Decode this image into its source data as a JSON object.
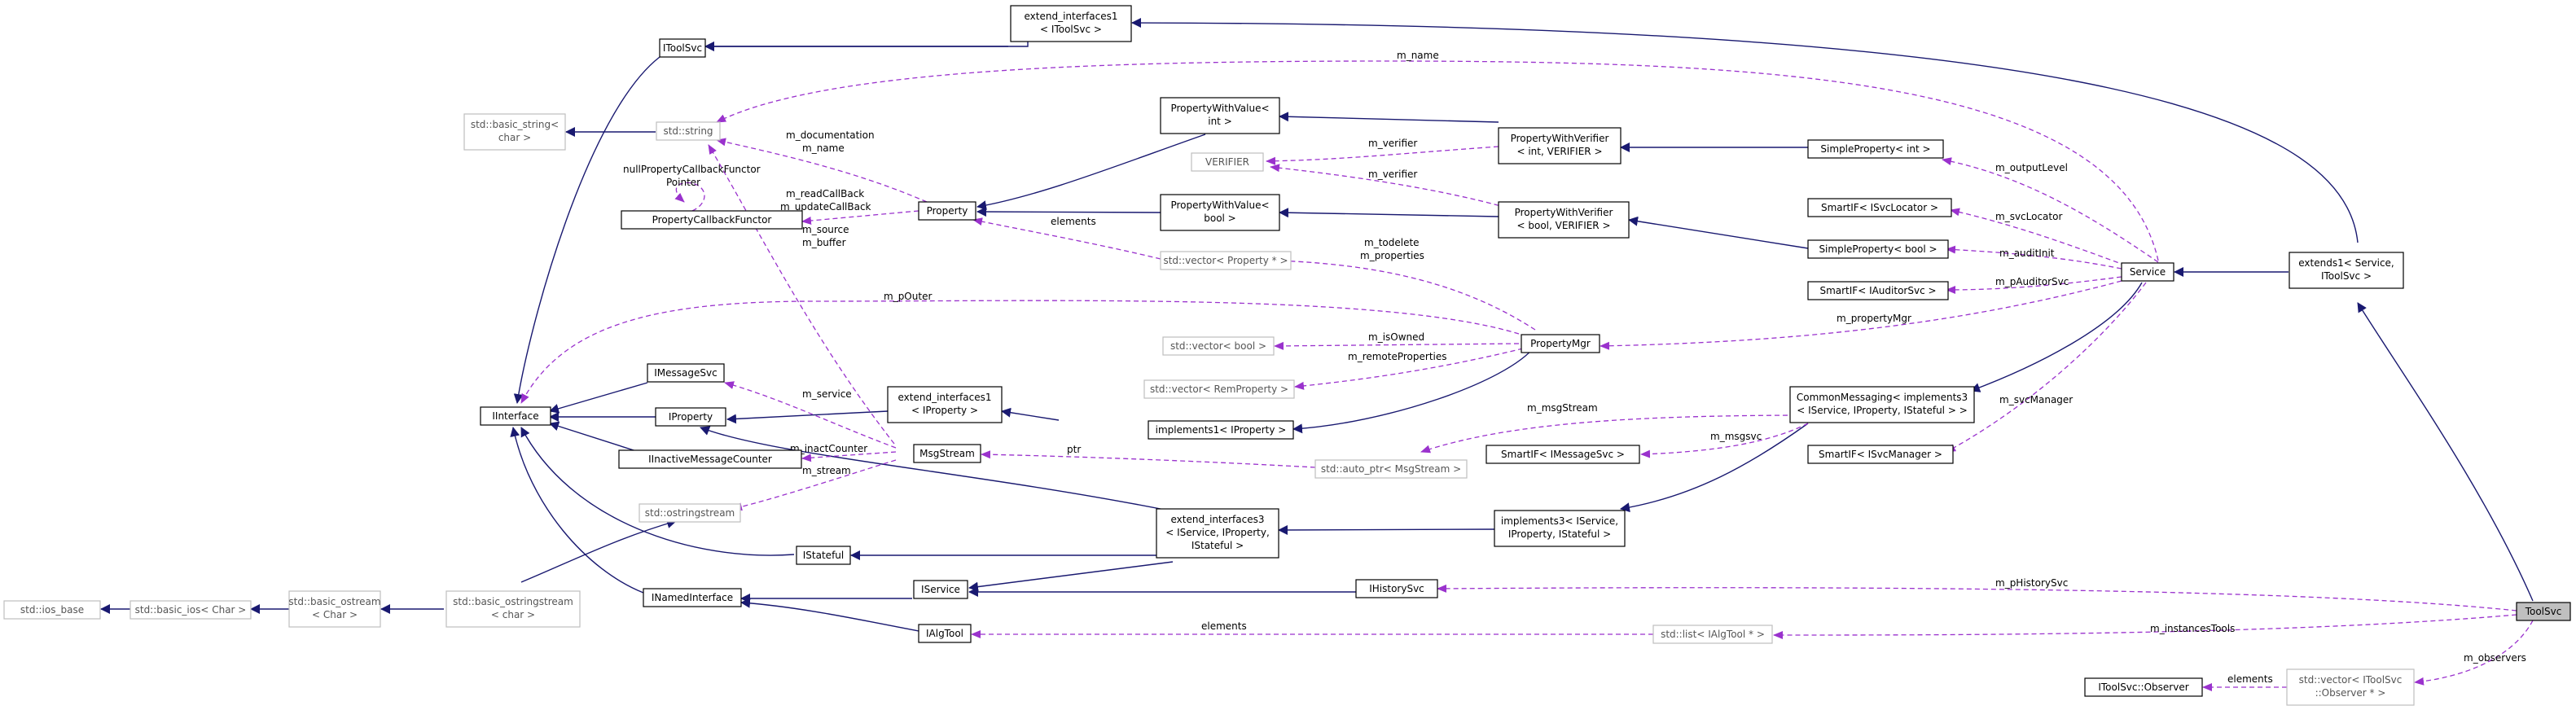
{
  "colors": {
    "inheritance_edge": "#191970",
    "usage_edge": "#9a32cd",
    "highlight_fill": "#bfbfbf",
    "undocumented_border": "#bfbfbf"
  },
  "nodes": {
    "IToolSvc": {
      "lines": [
        "IToolSvc"
      ]
    },
    "extend_interfaces1_IToolSvc": {
      "lines": [
        "extend_interfaces1",
        "< IToolSvc >"
      ]
    },
    "std_basic_string": {
      "lines": [
        "std::basic_string<",
        "char >"
      ]
    },
    "std_string": {
      "lines": [
        "std::string"
      ]
    },
    "PropertyCallbackFunctor": {
      "lines": [
        "PropertyCallbackFunctor"
      ]
    },
    "Property": {
      "lines": [
        "Property"
      ]
    },
    "PropertyWithValue_int": {
      "lines": [
        "PropertyWithValue<",
        "int >"
      ]
    },
    "PropertyWithValue_bool": {
      "lines": [
        "PropertyWithValue<",
        "bool >"
      ]
    },
    "VERIFIER": {
      "lines": [
        "VERIFIER"
      ]
    },
    "PropertyWithVerifier_int": {
      "lines": [
        "PropertyWithVerifier",
        "< int, VERIFIER >"
      ]
    },
    "PropertyWithVerifier_bool": {
      "lines": [
        "PropertyWithVerifier",
        "< bool, VERIFIER >"
      ]
    },
    "SimpleProperty_int": {
      "lines": [
        "SimpleProperty< int >"
      ]
    },
    "SmartIF_ISvcLocator": {
      "lines": [
        "SmartIF< ISvcLocator >"
      ]
    },
    "SimpleProperty_bool": {
      "lines": [
        "SimpleProperty< bool >"
      ]
    },
    "SmartIF_IAuditorSvc": {
      "lines": [
        "SmartIF< IAuditorSvc >"
      ]
    },
    "Service": {
      "lines": [
        "Service"
      ]
    },
    "extends1_Service_IToolSvc": {
      "lines": [
        "extends1< Service,",
        "IToolSvc >"
      ]
    },
    "std_vector_Property": {
      "lines": [
        "std::vector< Property * >"
      ]
    },
    "PropertyMgr": {
      "lines": [
        "PropertyMgr"
      ]
    },
    "std_vector_bool": {
      "lines": [
        "std::vector< bool >"
      ]
    },
    "std_vector_RemProperty": {
      "lines": [
        "std::vector< RemProperty >"
      ]
    },
    "IMessageSvc": {
      "lines": [
        "IMessageSvc"
      ]
    },
    "IInterface": {
      "lines": [
        "IInterface"
      ]
    },
    "IProperty": {
      "lines": [
        "IProperty"
      ]
    },
    "extend_interfaces1_IProperty": {
      "lines": [
        "extend_interfaces1",
        "< IProperty >"
      ]
    },
    "implements1_IProperty": {
      "lines": [
        "implements1< IProperty >"
      ]
    },
    "CommonMessaging": {
      "lines": [
        "CommonMessaging< implements3",
        "< IService, IProperty, IStateful > >"
      ]
    },
    "IInactiveMessageCounter": {
      "lines": [
        "IInactiveMessageCounter"
      ]
    },
    "MsgStream": {
      "lines": [
        "MsgStream"
      ]
    },
    "std_auto_ptr_MsgStream": {
      "lines": [
        "std::auto_ptr< MsgStream >"
      ]
    },
    "SmartIF_IMessageSvc": {
      "lines": [
        "SmartIF< IMessageSvc >"
      ]
    },
    "SmartIF_ISvcManager": {
      "lines": [
        "SmartIF< ISvcManager >"
      ]
    },
    "std_ostringstream": {
      "lines": [
        "std::ostringstream"
      ]
    },
    "IStateful": {
      "lines": [
        "IStateful"
      ]
    },
    "extend_interfaces3": {
      "lines": [
        "extend_interfaces3",
        "< IService, IProperty,",
        "IStateful >"
      ]
    },
    "implements3": {
      "lines": [
        "implements3< IService,",
        "IProperty, IStateful >"
      ]
    },
    "std_ios_base": {
      "lines": [
        "std::ios_base"
      ]
    },
    "std_basic_ios_Char": {
      "lines": [
        "std::basic_ios< Char >"
      ]
    },
    "std_basic_ostream": {
      "lines": [
        "std::basic_ostream",
        "< Char >"
      ]
    },
    "std_basic_ostringstream": {
      "lines": [
        "std::basic_ostringstream",
        "< char >"
      ]
    },
    "INamedInterface": {
      "lines": [
        "INamedInterface"
      ]
    },
    "IService": {
      "lines": [
        "IService"
      ]
    },
    "IHistorySvc": {
      "lines": [
        "IHistorySvc"
      ]
    },
    "ToolSvc": {
      "lines": [
        "ToolSvc"
      ]
    },
    "IAlgTool": {
      "lines": [
        "IAlgTool"
      ]
    },
    "std_list_IAlgTool": {
      "lines": [
        "std::list< IAlgTool * >"
      ]
    },
    "IToolSvc_Observer": {
      "lines": [
        "IToolSvc::Observer"
      ]
    },
    "std_vector_Observer": {
      "lines": [
        "std::vector< IToolSvc",
        "::Observer * >"
      ]
    }
  },
  "edge_labels": {
    "m_name": "m_name",
    "m_documentation_name": [
      "m_documentation",
      "m_name"
    ],
    "nullPropertyCallbackFunctor": [
      "nullPropertyCallbackFunctor",
      "Pointer"
    ],
    "m_readCallBack": [
      "m_readCallBack",
      "m_updateCallBack"
    ],
    "m_verifier_int": "m_verifier",
    "m_verifier_bool": "m_verifier",
    "m_outputLevel": "m_outputLevel",
    "m_svcLocator": "m_svcLocator",
    "m_auditInit": "m_auditInit",
    "m_pAuditorSvc": "m_pAuditorSvc",
    "elements_property": "elements",
    "m_todelete": [
      "m_todelete",
      "m_properties"
    ],
    "m_source_buffer": [
      "m_source",
      "m_buffer"
    ],
    "m_pOuter": "m_pOuter",
    "m_isOwned": "m_isOwned",
    "m_remoteProperties": "m_remoteProperties",
    "m_propertyMgr": "m_propertyMgr",
    "m_service": "m_service",
    "m_msgStream": "m_msgStream",
    "m_svcManager": "m_svcManager",
    "m_msgsvc": "m_msgsvc",
    "m_inactCounter": "m_inactCounter",
    "ptr": "ptr",
    "m_stream": "m_stream",
    "m_pHistorySvc": "m_pHistorySvc",
    "elements_algtool": "elements",
    "m_instancesTools": "m_instancesTools",
    "elements_observer": "elements",
    "m_observers": "m_observers"
  }
}
